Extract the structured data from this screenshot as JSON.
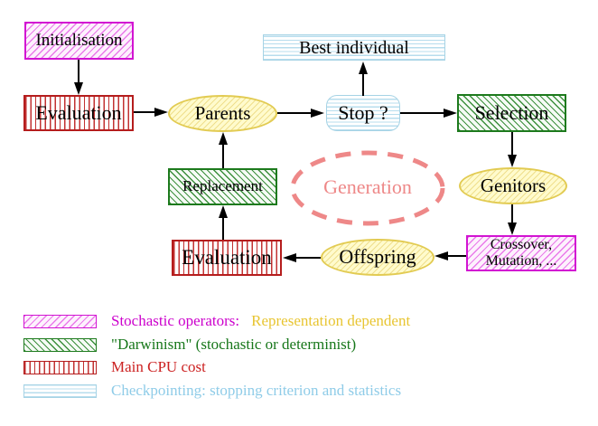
{
  "diagram": {
    "title_hint": "Evolutionary algorithm generation loop",
    "nodes": {
      "initialisation": "Initialisation",
      "evaluation_top": "Evaluation",
      "parents": "Parents",
      "best_individual": "Best individual",
      "stop": "Stop ?",
      "selection": "Selection",
      "replacement": "Replacement",
      "generation": "Generation",
      "genitors": "Genitors",
      "offspring": "Offspring",
      "evaluation_bottom": "Evaluation",
      "crossover_line1": "Crossover,",
      "crossover_line2": "Mutation, ..."
    },
    "legend": {
      "stochastic_label": "Stochastic operators:",
      "representation_label": "Representation dependent",
      "darwinism_label": "\"Darwinism\" (stochastic or determinist)",
      "cpu_label": "Main CPU cost",
      "checkpointing_label": "Checkpointing: stopping criterion and statistics"
    },
    "colors": {
      "magenta": "#cc00cc",
      "green": "#17771a",
      "red": "#cc2222",
      "cyan": "#8fcce8",
      "yellow_text": "#e8c531",
      "yellow_border": "#e2cb52",
      "salmon": "#ee8888"
    }
  }
}
